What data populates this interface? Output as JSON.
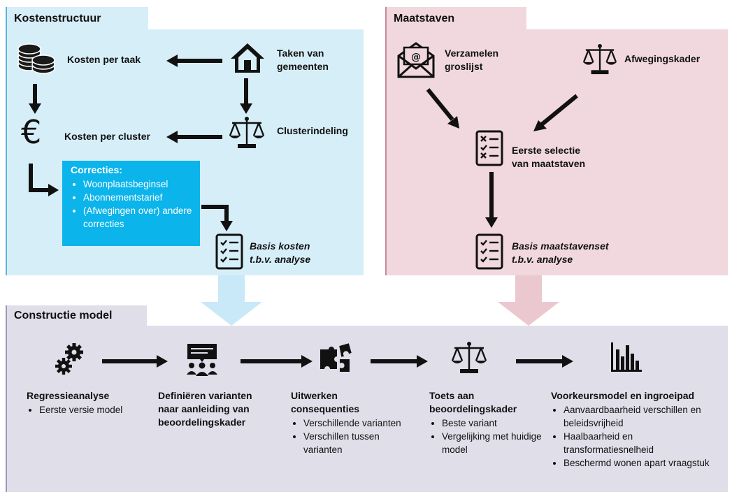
{
  "sections": {
    "kosten_title": "Kostenstructuur",
    "maatstaven_title": "Maatstaven",
    "constructie_title": "Constructie model"
  },
  "kosten": {
    "kosten_per_taak": "Kosten per taak",
    "taken_van_gemeenten": [
      "Taken van",
      "gemeenten"
    ],
    "kosten_per_cluster": "Kosten per cluster",
    "clusterindeling": "Clusterindeling",
    "correcties_title": "Correcties:",
    "correcties_items": [
      "Woonplaatsbeginsel",
      "Abonnementstarief",
      "(Afwegingen over) andere correcties"
    ],
    "basis_kosten": [
      "Basis kosten",
      "t.b.v. analyse"
    ]
  },
  "maatstaven": {
    "verzamelen": [
      "Verzamelen",
      "groslijst"
    ],
    "afwegingskader": "Afwegingskader",
    "eerste_selectie": [
      "Eerste selectie",
      "van maatstaven"
    ],
    "basis_maatstavenset": [
      "Basis maatstavenset",
      "t.b.v. analyse"
    ]
  },
  "constructie": {
    "steps": [
      {
        "title": "Regressieanalyse",
        "items": [
          "Eerste versie model"
        ]
      },
      {
        "title": "Definiëren varianten naar aanleiding van beoordelingskader",
        "items": []
      },
      {
        "title": "Uitwerken consequenties",
        "items": [
          "Verschillende varianten",
          "Verschillen tussen varianten"
        ]
      },
      {
        "title": "Toets aan beoordelingskader",
        "items": [
          "Beste variant",
          "Vergelijking met huidige model"
        ]
      },
      {
        "title": "Voorkeursmodel en ingroeipad",
        "items": [
          "Aanvaardbaarheid verschillen en beleidsvrijheid",
          "Haalbaarheid en transformatiesnelheid",
          "Beschermd wonen apart vraagstuk"
        ]
      }
    ]
  },
  "icons": [
    "coins-icon",
    "house-icon",
    "euro-icon",
    "scales-icon",
    "checklist-icon",
    "envelope-at-icon",
    "gears-icon",
    "presentation-people-icon",
    "puzzle-icon",
    "bar-chart-icon"
  ],
  "colors": {
    "kosten_bg": "#d6eef8",
    "maatstaven_bg": "#f0d8de",
    "constructie_bg": "#e0dee9",
    "correcties_bg": "#0bb4ea"
  }
}
